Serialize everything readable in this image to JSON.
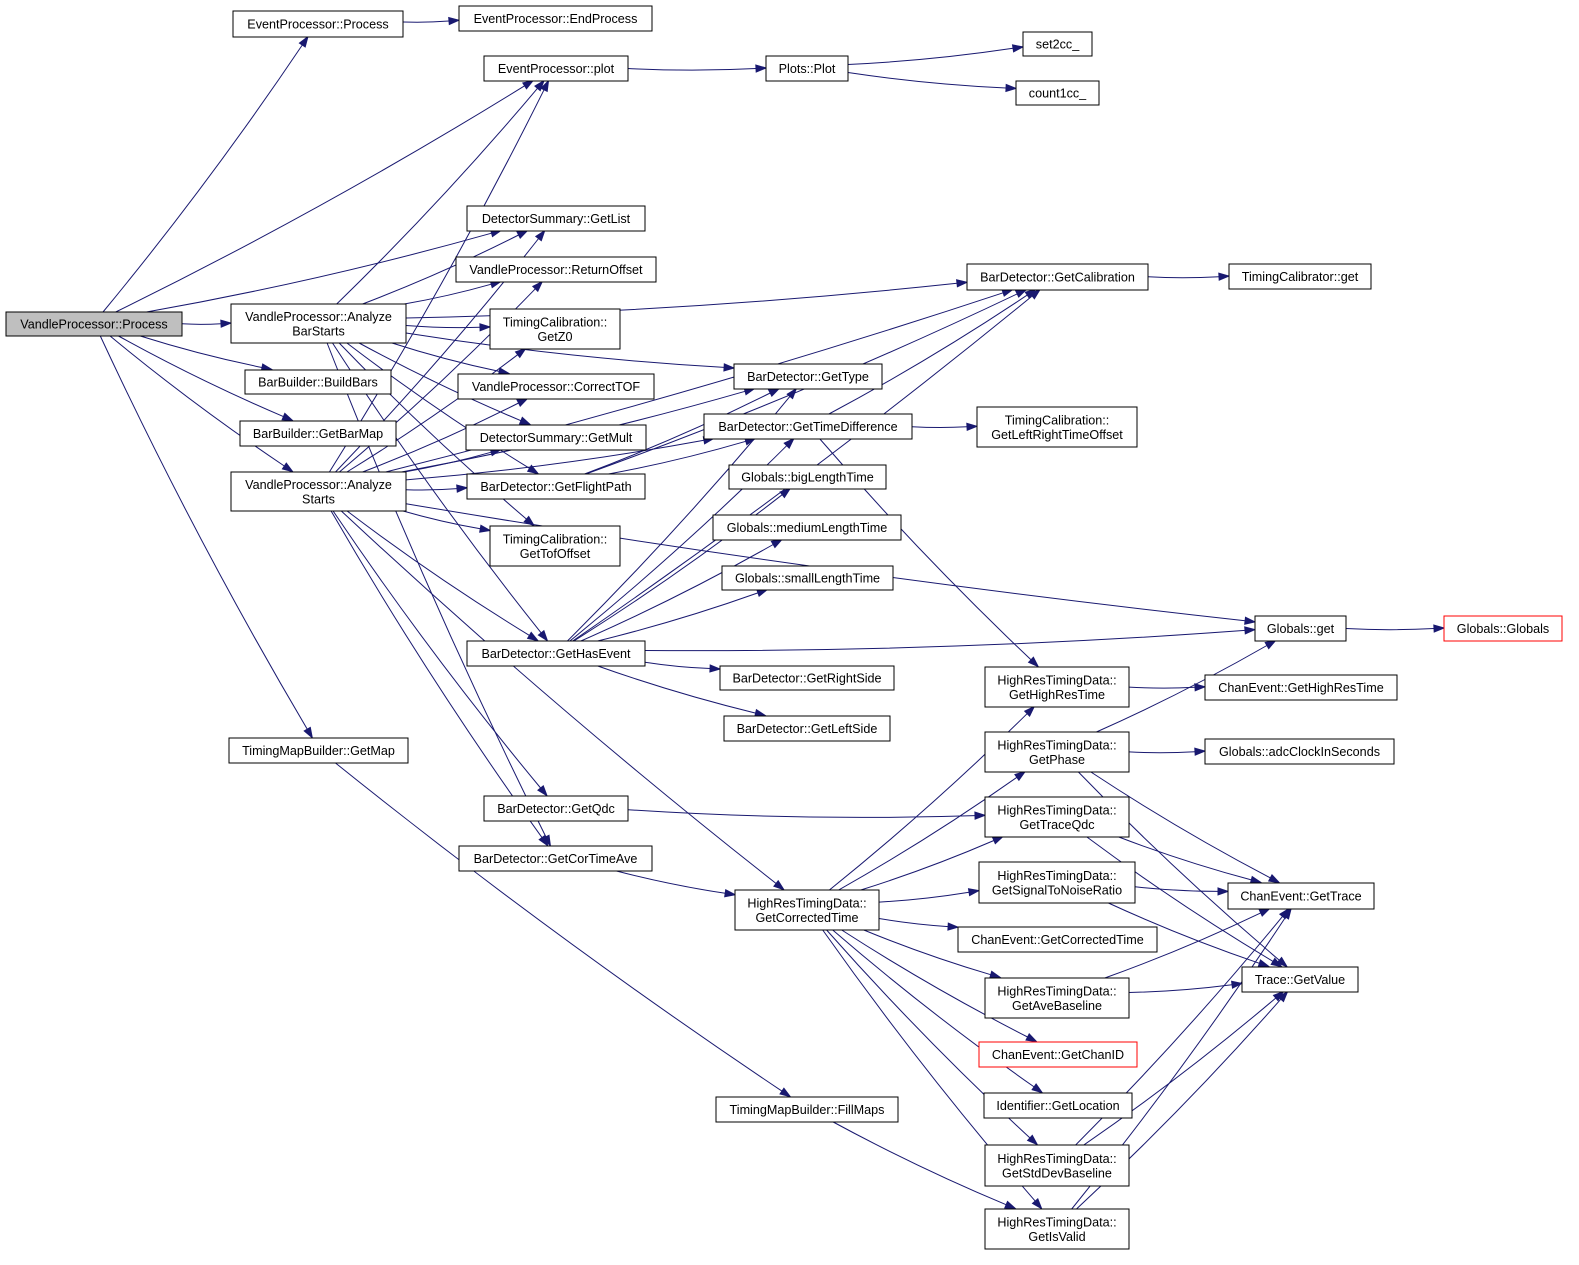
{
  "graph": {
    "nodes": {
      "vp_process": {
        "lines": [
          "VandleProcessor::Process"
        ]
      },
      "ep_process": {
        "lines": [
          "EventProcessor::Process"
        ]
      },
      "ep_endprocess": {
        "lines": [
          "EventProcessor::EndProcess"
        ]
      },
      "ep_plot": {
        "lines": [
          "EventProcessor::plot"
        ]
      },
      "plots_plot": {
        "lines": [
          "Plots::Plot"
        ]
      },
      "set2cc": {
        "lines": [
          "set2cc_"
        ]
      },
      "count1cc": {
        "lines": [
          "count1cc_"
        ]
      },
      "ds_getlist": {
        "lines": [
          "DetectorSummary::GetList"
        ]
      },
      "vp_returnoffset": {
        "lines": [
          "VandleProcessor::ReturnOffset"
        ]
      },
      "vp_analyzebarstarts": {
        "lines": [
          "VandleProcessor::Analyze",
          "BarStarts"
        ]
      },
      "tc_getz0": {
        "lines": [
          "TimingCalibration::",
          "GetZ0"
        ]
      },
      "vp_correcttof": {
        "lines": [
          "VandleProcessor::CorrectTOF"
        ]
      },
      "bb_buildbars": {
        "lines": [
          "BarBuilder::BuildBars"
        ]
      },
      "ds_getmult": {
        "lines": [
          "DetectorSummary::GetMult"
        ]
      },
      "bb_getbarmap": {
        "lines": [
          "BarBuilder::GetBarMap"
        ]
      },
      "vp_analyzestarts": {
        "lines": [
          "VandleProcessor::Analyze",
          "Starts"
        ]
      },
      "bd_getflightpath": {
        "lines": [
          "BarDetector::GetFlightPath"
        ]
      },
      "tc_gettofoffset": {
        "lines": [
          "TimingCalibration::",
          "GetTofOffset"
        ]
      },
      "bd_getcalibration": {
        "lines": [
          "BarDetector::GetCalibration"
        ]
      },
      "tcal_get": {
        "lines": [
          "TimingCalibrator::get"
        ]
      },
      "bd_gettype": {
        "lines": [
          "BarDetector::GetType"
        ]
      },
      "bd_gettimedifference": {
        "lines": [
          "BarDetector::GetTimeDifference"
        ]
      },
      "tc_getleftrighttimeoffset": {
        "lines": [
          "TimingCalibration::",
          "GetLeftRightTimeOffset"
        ]
      },
      "g_biglengthtime": {
        "lines": [
          "Globals::bigLengthTime"
        ]
      },
      "g_mediumlengthtime": {
        "lines": [
          "Globals::mediumLengthTime"
        ]
      },
      "g_smalllengthtime": {
        "lines": [
          "Globals::smallLengthTime"
        ]
      },
      "g_get": {
        "lines": [
          "Globals::get"
        ]
      },
      "g_globals": {
        "lines": [
          "Globals::Globals"
        ]
      },
      "bd_gethasevent": {
        "lines": [
          "BarDetector::GetHasEvent"
        ]
      },
      "bd_getrightside": {
        "lines": [
          "BarDetector::GetRightSide"
        ]
      },
      "bd_getleftside": {
        "lines": [
          "BarDetector::GetLeftSide"
        ]
      },
      "hrtd_gethighrestime": {
        "lines": [
          "HighResTimingData::",
          "GetHighResTime"
        ]
      },
      "ce_gethighrestime": {
        "lines": [
          "ChanEvent::GetHighResTime"
        ]
      },
      "tmb_getmap": {
        "lines": [
          "TimingMapBuilder::GetMap"
        ]
      },
      "hrtd_getphase": {
        "lines": [
          "HighResTimingData::",
          "GetPhase"
        ]
      },
      "g_adcclockinseconds": {
        "lines": [
          "Globals::adcClockInSeconds"
        ]
      },
      "bd_getqdc": {
        "lines": [
          "BarDetector::GetQdc"
        ]
      },
      "hrtd_gettraceqdc": {
        "lines": [
          "HighResTimingData::",
          "GetTraceQdc"
        ]
      },
      "bd_getcortimeave": {
        "lines": [
          "BarDetector::GetCorTimeAve"
        ]
      },
      "hrtd_getsignaltonoiseratio": {
        "lines": [
          "HighResTimingData::",
          "GetSignalToNoiseRatio"
        ]
      },
      "ce_gettrace": {
        "lines": [
          "ChanEvent::GetTrace"
        ]
      },
      "hrtd_getcorrectedtime": {
        "lines": [
          "HighResTimingData::",
          "GetCorrectedTime"
        ]
      },
      "ce_getcorrectedtime": {
        "lines": [
          "ChanEvent::GetCorrectedTime"
        ]
      },
      "trace_getvalue": {
        "lines": [
          "Trace::GetValue"
        ]
      },
      "hrtd_getavebaseline": {
        "lines": [
          "HighResTimingData::",
          "GetAveBaseline"
        ]
      },
      "ce_getchanid": {
        "lines": [
          "ChanEvent::GetChanID"
        ]
      },
      "id_getlocation": {
        "lines": [
          "Identifier::GetLocation"
        ]
      },
      "tmb_fillmaps": {
        "lines": [
          "TimingMapBuilder::FillMaps"
        ]
      },
      "hrtd_getstddevbaseline": {
        "lines": [
          "HighResTimingData::",
          "GetStdDevBaseline"
        ]
      },
      "hrtd_getisvalid": {
        "lines": [
          "HighResTimingData::",
          "GetIsValid"
        ]
      }
    },
    "edges": [
      [
        "vp_process",
        "ep_process"
      ],
      [
        "vp_process",
        "ep_plot"
      ],
      [
        "vp_process",
        "ds_getlist"
      ],
      [
        "vp_process",
        "vp_analyzebarstarts"
      ],
      [
        "vp_process",
        "bb_buildbars"
      ],
      [
        "vp_process",
        "bb_getbarmap"
      ],
      [
        "vp_process",
        "vp_analyzestarts"
      ],
      [
        "vp_process",
        "tmb_getmap"
      ],
      [
        "ep_process",
        "ep_endprocess"
      ],
      [
        "ep_plot",
        "plots_plot"
      ],
      [
        "plots_plot",
        "set2cc"
      ],
      [
        "plots_plot",
        "count1cc"
      ],
      [
        "vp_analyzebarstarts",
        "ep_plot"
      ],
      [
        "vp_analyzebarstarts",
        "ds_getlist"
      ],
      [
        "vp_analyzebarstarts",
        "vp_returnoffset"
      ],
      [
        "vp_analyzebarstarts",
        "tc_getz0"
      ],
      [
        "vp_analyzebarstarts",
        "vp_correcttof"
      ],
      [
        "vp_analyzebarstarts",
        "ds_getmult"
      ],
      [
        "vp_analyzebarstarts",
        "bd_getflightpath"
      ],
      [
        "vp_analyzebarstarts",
        "tc_gettofoffset"
      ],
      [
        "vp_analyzebarstarts",
        "bd_getcalibration"
      ],
      [
        "vp_analyzebarstarts",
        "bd_gettype"
      ],
      [
        "vp_analyzebarstarts",
        "bd_gethasevent"
      ],
      [
        "vp_analyzebarstarts",
        "bd_getcortimeave"
      ],
      [
        "vp_analyzestarts",
        "ep_plot"
      ],
      [
        "vp_analyzestarts",
        "ds_getlist"
      ],
      [
        "vp_analyzestarts",
        "vp_returnoffset"
      ],
      [
        "vp_analyzestarts",
        "tc_getz0"
      ],
      [
        "vp_analyzestarts",
        "vp_correcttof"
      ],
      [
        "vp_analyzestarts",
        "ds_getmult"
      ],
      [
        "vp_analyzestarts",
        "bd_getflightpath"
      ],
      [
        "vp_analyzestarts",
        "tc_gettofoffset"
      ],
      [
        "vp_analyzestarts",
        "bd_gettype"
      ],
      [
        "vp_analyzestarts",
        "bd_gethasevent"
      ],
      [
        "vp_analyzestarts",
        "bd_getqdc"
      ],
      [
        "vp_analyzestarts",
        "bd_getcortimeave"
      ],
      [
        "vp_analyzestarts",
        "hrtd_getcorrectedtime"
      ],
      [
        "vp_analyzestarts",
        "bd_getcalibration"
      ],
      [
        "vp_analyzestarts",
        "bd_gettimedifference"
      ],
      [
        "vp_analyzestarts",
        "g_get"
      ],
      [
        "tmb_getmap",
        "tmb_fillmaps"
      ],
      [
        "bd_getflightpath",
        "bd_getcalibration"
      ],
      [
        "bd_getflightpath",
        "bd_gettype"
      ],
      [
        "bd_getflightpath",
        "bd_gettimedifference"
      ],
      [
        "bd_getcalibration",
        "tcal_get"
      ],
      [
        "bd_gettimedifference",
        "bd_getcalibration"
      ],
      [
        "bd_gettimedifference",
        "tc_getleftrighttimeoffset"
      ],
      [
        "bd_gettimedifference",
        "hrtd_gethighrestime"
      ],
      [
        "bd_gethasevent",
        "bd_gettype"
      ],
      [
        "bd_gethasevent",
        "bd_gettimedifference"
      ],
      [
        "bd_gethasevent",
        "g_biglengthtime"
      ],
      [
        "bd_gethasevent",
        "g_mediumlengthtime"
      ],
      [
        "bd_gethasevent",
        "g_smalllengthtime"
      ],
      [
        "bd_gethasevent",
        "g_get"
      ],
      [
        "bd_gethasevent",
        "bd_getrightside"
      ],
      [
        "bd_gethasevent",
        "bd_getleftside"
      ],
      [
        "bd_gethasevent",
        "bd_getcalibration"
      ],
      [
        "bd_getqdc",
        "hrtd_gettraceqdc"
      ],
      [
        "bd_getcortimeave",
        "hrtd_getcorrectedtime"
      ],
      [
        "g_get",
        "g_globals"
      ],
      [
        "hrtd_gethighrestime",
        "ce_gethighrestime"
      ],
      [
        "hrtd_getphase",
        "g_get"
      ],
      [
        "hrtd_getphase",
        "g_adcclockinseconds"
      ],
      [
        "hrtd_getphase",
        "ce_gettrace"
      ],
      [
        "hrtd_getphase",
        "trace_getvalue"
      ],
      [
        "hrtd_gettraceqdc",
        "ce_gettrace"
      ],
      [
        "hrtd_gettraceqdc",
        "trace_getvalue"
      ],
      [
        "hrtd_getsignaltonoiseratio",
        "ce_gettrace"
      ],
      [
        "hrtd_getsignaltonoiseratio",
        "trace_getvalue"
      ],
      [
        "hrtd_getcorrectedtime",
        "hrtd_gethighrestime"
      ],
      [
        "hrtd_getcorrectedtime",
        "hrtd_getphase"
      ],
      [
        "hrtd_getcorrectedtime",
        "hrtd_gettraceqdc"
      ],
      [
        "hrtd_getcorrectedtime",
        "hrtd_getsignaltonoiseratio"
      ],
      [
        "hrtd_getcorrectedtime",
        "ce_getcorrectedtime"
      ],
      [
        "hrtd_getcorrectedtime",
        "hrtd_getavebaseline"
      ],
      [
        "hrtd_getcorrectedtime",
        "ce_getchanid"
      ],
      [
        "hrtd_getcorrectedtime",
        "id_getlocation"
      ],
      [
        "hrtd_getcorrectedtime",
        "hrtd_getstddevbaseline"
      ],
      [
        "hrtd_getcorrectedtime",
        "hrtd_getisvalid"
      ],
      [
        "hrtd_getavebaseline",
        "ce_gettrace"
      ],
      [
        "hrtd_getavebaseline",
        "trace_getvalue"
      ],
      [
        "hrtd_getstddevbaseline",
        "ce_gettrace"
      ],
      [
        "hrtd_getstddevbaseline",
        "trace_getvalue"
      ],
      [
        "hrtd_getisvalid",
        "ce_gettrace"
      ],
      [
        "hrtd_getisvalid",
        "trace_getvalue"
      ],
      [
        "tmb_fillmaps",
        "hrtd_getisvalid"
      ]
    ],
    "colors": {
      "edge": "#191970",
      "root_fill": "#bfbfbf",
      "node_border": "#000000",
      "unresolved_border": "#ff0000"
    }
  }
}
